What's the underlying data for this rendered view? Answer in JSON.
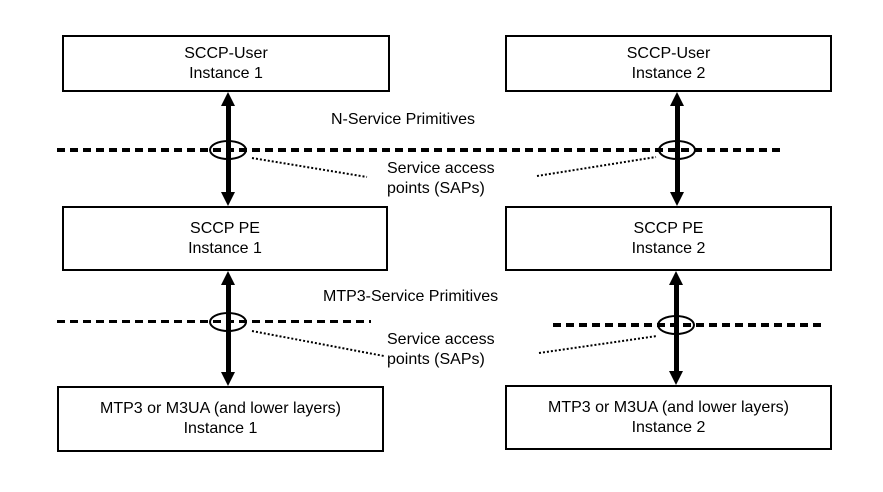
{
  "canvas": {
    "background": "#ffffff",
    "line_color": "#000000",
    "text_color": "#000000"
  },
  "columns": [
    {
      "boxes": [
        {
          "title": "SCCP-User",
          "subtitle": "Instance 1"
        },
        {
          "title": "SCCP PE",
          "subtitle": "Instance 1"
        },
        {
          "title": "MTP3 or M3UA (and lower layers)",
          "subtitle": "Instance 1"
        }
      ]
    },
    {
      "boxes": [
        {
          "title": "SCCP-User",
          "subtitle": "Instance 2"
        },
        {
          "title": "SCCP PE",
          "subtitle": "Instance 2"
        },
        {
          "title": "MTP3 or M3UA (and lower layers)",
          "subtitle": "Instance 2"
        }
      ]
    }
  ],
  "labels": {
    "n_service_primitives": "N-Service Primitives",
    "mtp3_service_primitives": "MTP3-Service Primitives",
    "sap_upper": {
      "line1": "Service access",
      "line2": "points (SAPs)"
    },
    "sap_lower": {
      "line1": "Service access",
      "line2": "points (SAPs)"
    }
  }
}
